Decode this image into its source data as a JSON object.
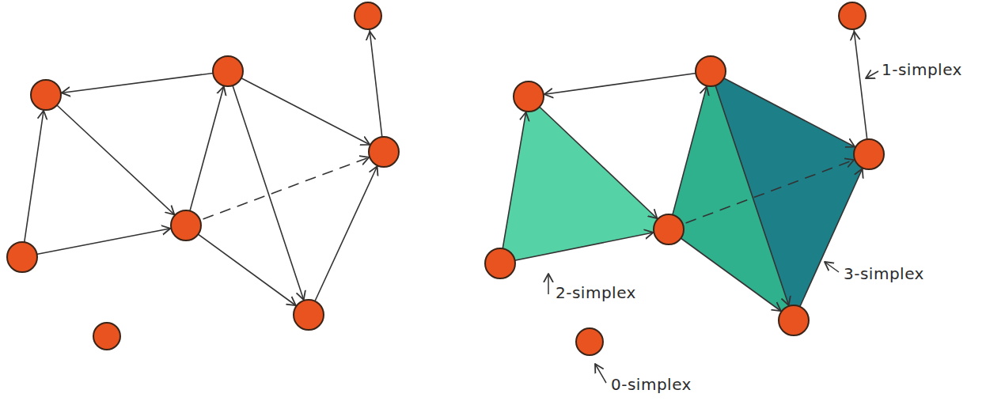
{
  "diagram": {
    "labels": [
      "1-simplex",
      "2-simplex",
      "3-simplex",
      "0-simplex"
    ]
  }
}
